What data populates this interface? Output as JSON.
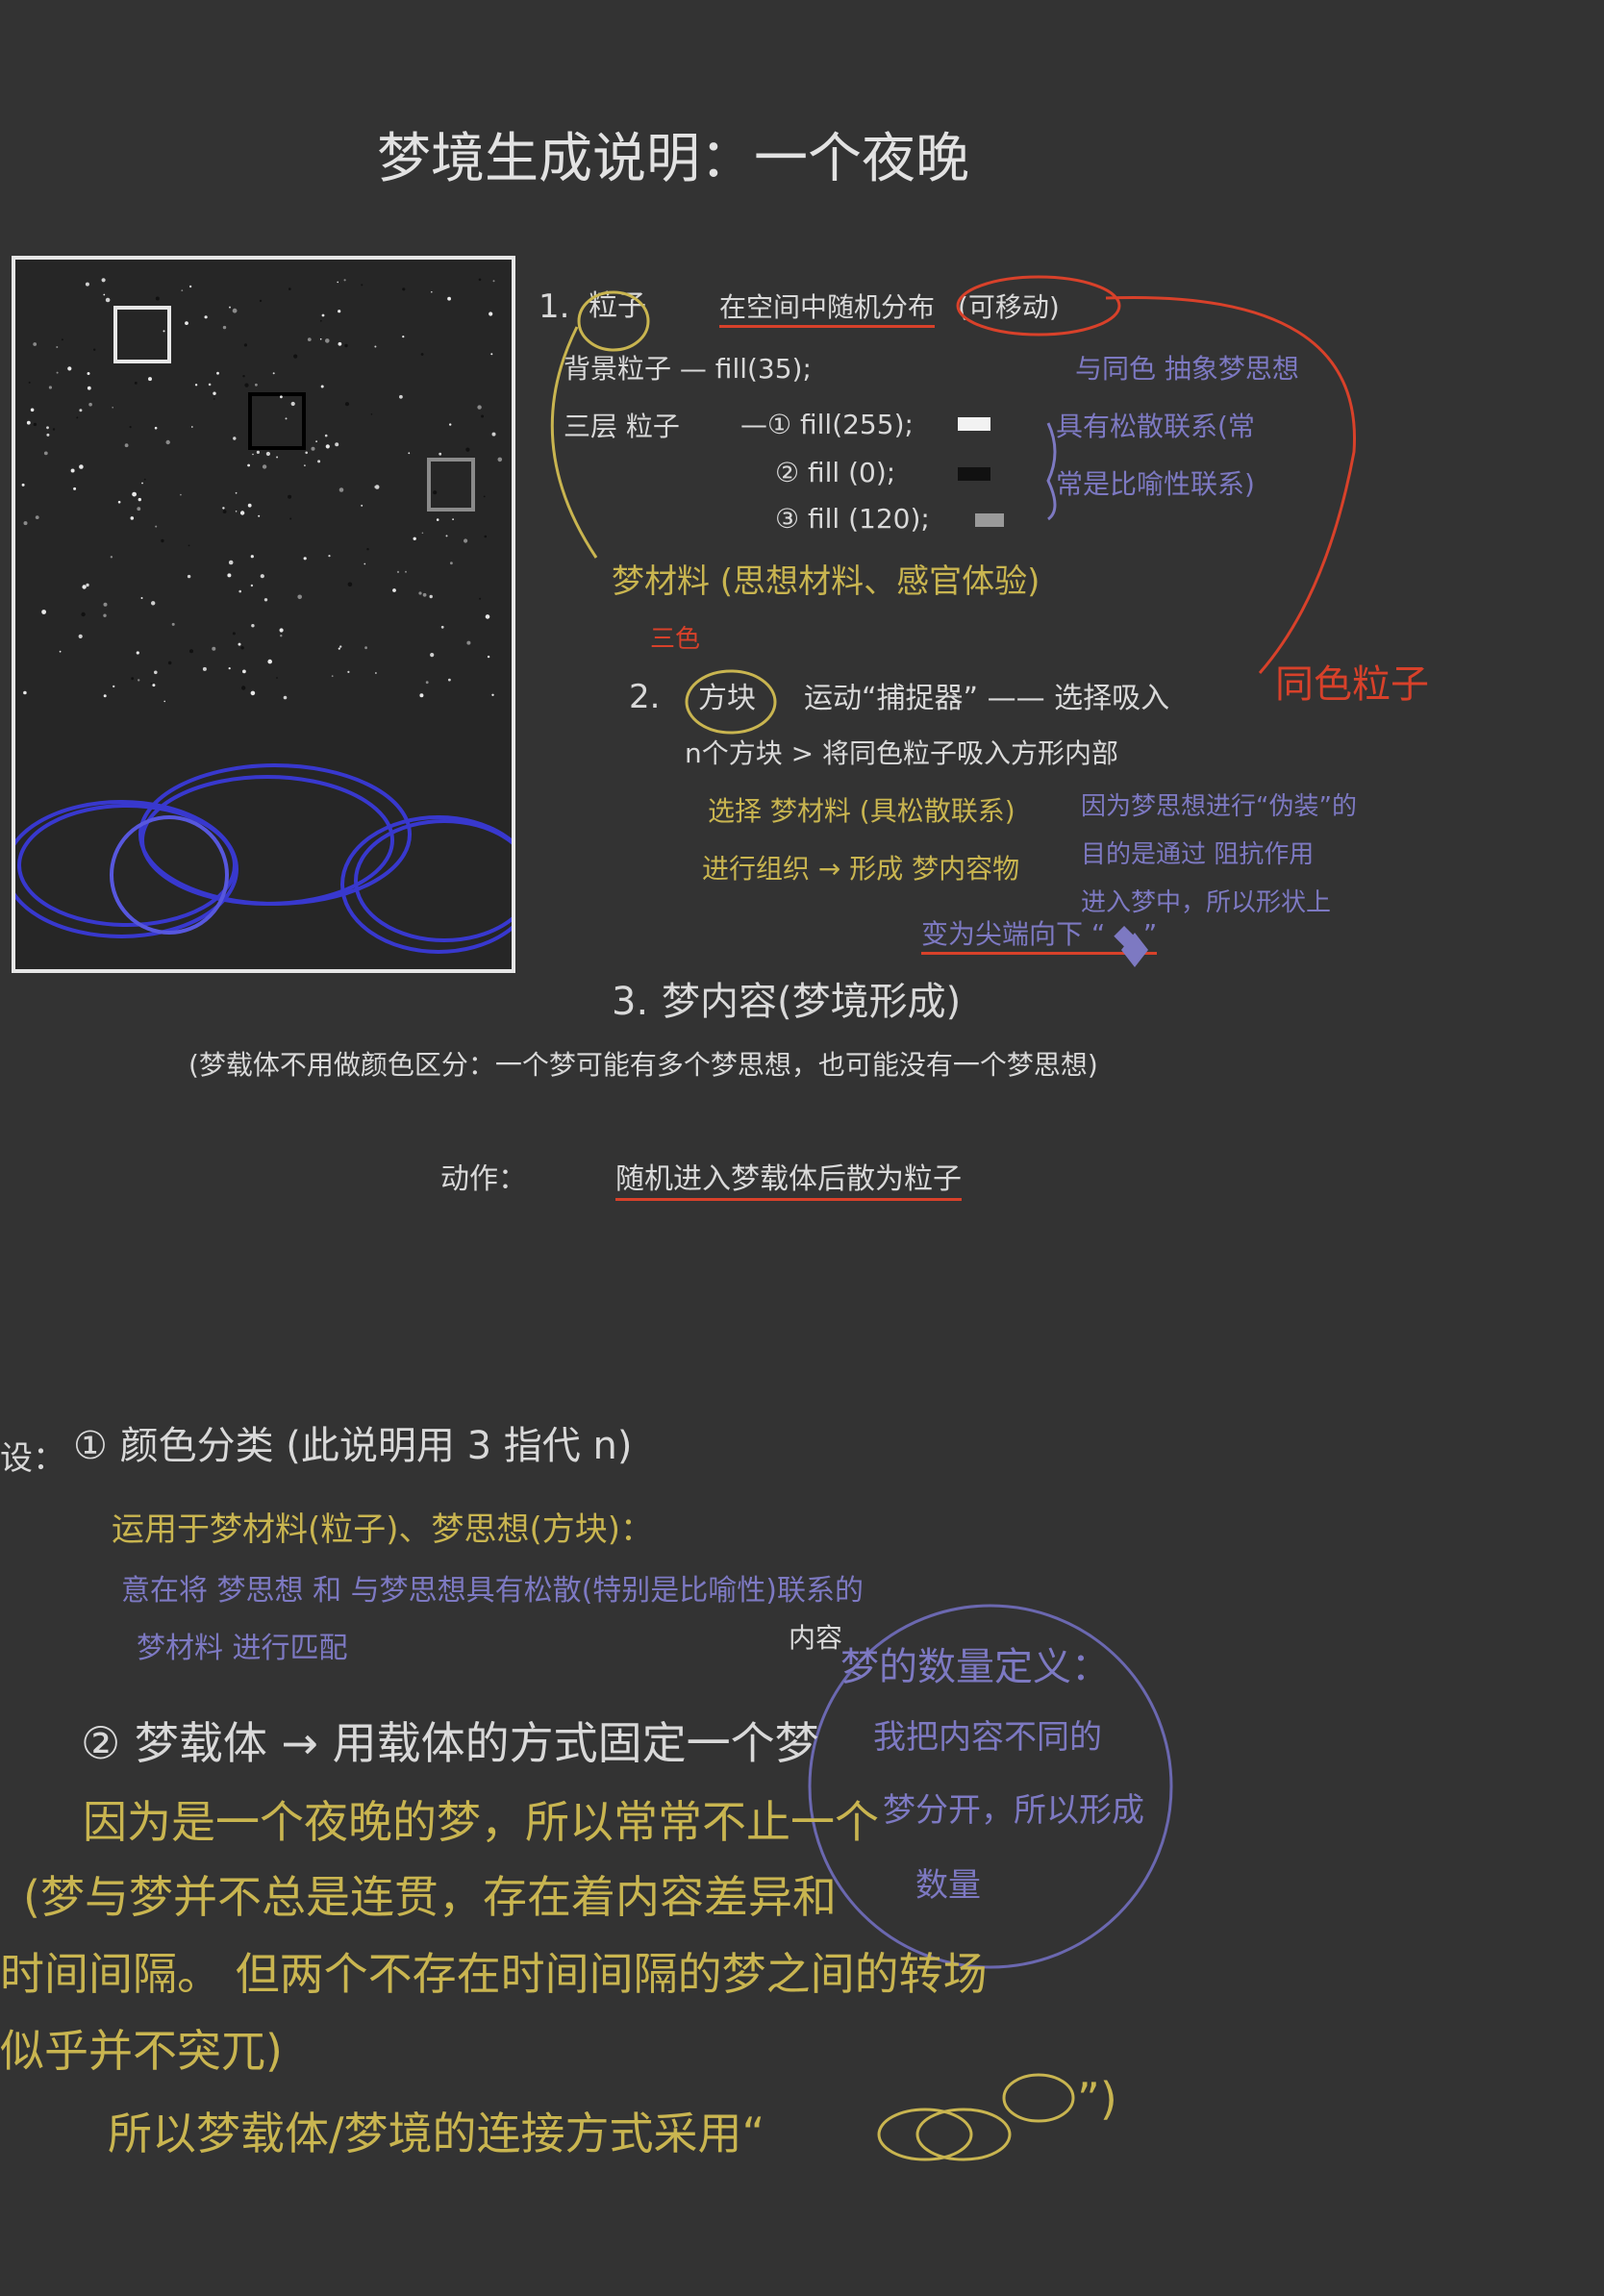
{
  "title": "梦境生成说明：一个夜晚",
  "section1": {
    "num": "1.",
    "item": "粒子",
    "desc": "在空间中随机分布",
    "note": "(可移动)",
    "bg": "背景粒子 — fill(35);",
    "layers_label": "三层 粒子",
    "layer1": "—① fill(255);",
    "layer2": "② fill (0);",
    "layer3": "③ fill (120);",
    "side_note": [
      "与同色 抽象梦思想",
      "具有松散联系(常",
      "常是比喻性联系)"
    ],
    "material": "梦材料 (思想材料、感官体验)"
  },
  "three_colors": "三色",
  "section2": {
    "num": "2.",
    "item": "方块",
    "desc": "运动“捕捉器” —— 选择吸入",
    "red_note": "同色粒子",
    "line1": "n个方块 > 将同色粒子吸入方形内部",
    "line2": "选择 梦材料 (具松散联系)",
    "line3": "进行组织 → 形成 梦内容物",
    "side": [
      "因为梦思想进行“伪装”的",
      "目的是通过 阻抗作用",
      "进入梦中，所以形状上"
    ],
    "end": "变为尖端向下 “ ◆ ”"
  },
  "section3": {
    "num": "3.",
    "item": "梦内容(梦境形成)",
    "note": "(梦载体不用做颜色区分：一个梦可能有多个梦思想，也可能没有一个梦思想)",
    "action_label": "动作：",
    "action": "随机进入梦载体后散为粒子"
  },
  "assumptions": {
    "label": "设：",
    "p1_title": "① 颜色分类 (此说明用 3 指代 n)",
    "p1_line1": "运用于梦材料(粒子)、梦思想(方块)：",
    "p1_line2": "意在将    梦思想 和 与梦思想具有松散(特别是比喻性)联系的",
    "p1_line3": "梦材料  进行匹配",
    "content_word": "内容",
    "circle_note": [
      "梦的数量定义：",
      "我把内容不同的",
      "梦分开，所以形成",
      "数量"
    ],
    "p2_title": "② 梦载体 → 用载体的方式固定一个梦",
    "p2_line1": "因为是一个夜晚的梦，所以常常不止一个",
    "p2_line2": "(梦与梦并不总是连贯，存在着内容差异和",
    "p2_line3": "时间间隔。   但两个不存在时间间隔的梦之间的转场",
    "p2_line4": "似乎并不突兀)",
    "p2_line5": "所以梦载体/梦境的连接方式采用“",
    "p2_close": "”)"
  },
  "colors": {
    "background": "#333333",
    "chalk_white": "#d9d9d9",
    "yellow": "#c9b550",
    "purple": "#7d79c2",
    "red": "#d8412a",
    "blue_rings": "#3a3ad8"
  }
}
